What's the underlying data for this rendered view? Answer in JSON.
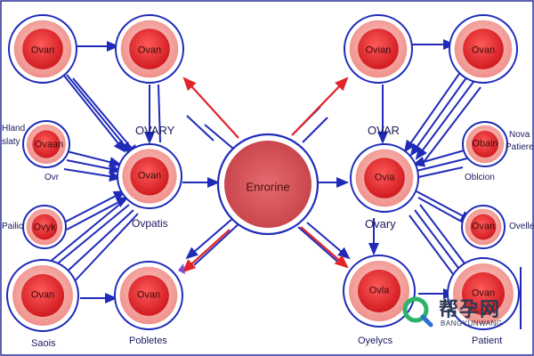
{
  "center": {
    "label": "Enrorine"
  },
  "nodes": {
    "n_top_left": "Ovan",
    "n_top_leftmid": "Ovan",
    "n_mid_left_a": "Ovaan",
    "n_mid_left_b": "Ovan",
    "n_left_c": "Ovyk",
    "n_bot_left_a": "Ovan",
    "n_bot_left_b": "Ovan",
    "n_top_right_a": "Ovian",
    "n_top_right_b": "Ovan",
    "n_mid_right_a": "Ovia",
    "n_mid_right_b": "Obain",
    "n_mid_right_c": "Ovan",
    "n_bot_right_a": "Ovla",
    "n_bot_right_b": "Ovan"
  },
  "labels": {
    "ovary_left": "OVARY",
    "ovary_right": "OVAR",
    "hland": "Hland",
    "slaty": "slaty",
    "ovr": "Ovr",
    "pailic": "Pailic",
    "ovpatis": "Ovpatis",
    "saois": "Saois",
    "pobletes": "Pobletes",
    "ovary_r": "Ovary",
    "oyelcs": "Oyelycs",
    "patient": "Patient",
    "oblcion": "Oblcion",
    "nova": "Nova",
    "patiere": "Patiere",
    "ovelle": "Ovelle"
  },
  "watermark": {
    "cn": "帮孕网",
    "en": "BANGYUNWANG"
  },
  "colors": {
    "blue": "#1f2bb8",
    "red": "#e0252a",
    "node_fill": "#f4a6a2",
    "node_core": "#e2262b",
    "center_fill": "#d9545a"
  }
}
